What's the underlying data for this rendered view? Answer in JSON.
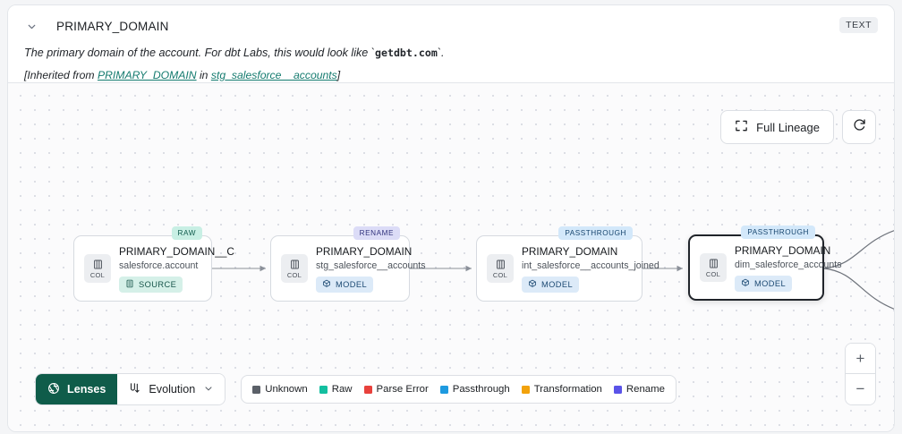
{
  "header": {
    "title": "PRIMARY_DOMAIN",
    "type_chip": "TEXT",
    "description_prefix": "The primary domain of the account. For dbt Labs, this would look like `",
    "description_code": "getdbt.com",
    "description_suffix": "`.",
    "inherited_prefix": "[Inherited from ",
    "inherited_link": "PRIMARY_DOMAIN",
    "inherited_mid": " in ",
    "inherited_source": "stg_salesforce__accounts",
    "inherited_suffix": "]"
  },
  "top_controls": {
    "full_lineage_label": "Full Lineage",
    "expand_icon": "expand-brackets-icon",
    "refresh_icon": "refresh-icon"
  },
  "zoom_controls": {
    "zoom_in": "+",
    "zoom_out": "−"
  },
  "nodes": [
    {
      "tag": "RAW",
      "tag_class": "tag-raw",
      "col_label": "COL",
      "title": "PRIMARY_DOMAIN__C",
      "subtitle": "salesforce.account",
      "kind": "SOURCE",
      "kind_class": "kind-source",
      "selected": false
    },
    {
      "tag": "RENAME",
      "tag_class": "tag-rename",
      "col_label": "COL",
      "title": "PRIMARY_DOMAIN",
      "subtitle": "stg_salesforce__accounts",
      "kind": "MODEL",
      "kind_class": "kind-model",
      "selected": false
    },
    {
      "tag": "PASSTHROUGH",
      "tag_class": "tag-passthrough",
      "col_label": "COL",
      "title": "PRIMARY_DOMAIN",
      "subtitle": "int_salesforce__accounts_joined",
      "kind": "MODEL",
      "kind_class": "kind-model",
      "selected": false
    },
    {
      "tag": "PASSTHROUGH",
      "tag_class": "tag-passthrough",
      "col_label": "COL",
      "title": "PRIMARY_DOMAIN",
      "subtitle": "dim_salesforce_accounts",
      "kind": "MODEL",
      "kind_class": "kind-model",
      "selected": true
    }
  ],
  "bottom_bar": {
    "lenses_label": "Lenses",
    "lenses_icon": "aperture-icon",
    "evolution_label": "Evolution",
    "evolution_icon": "evolution-fork-icon",
    "evolution_chevron": "chevron-down-icon",
    "legend": [
      {
        "label": "Unknown",
        "color": "#5b6068"
      },
      {
        "label": "Raw",
        "color": "#13bfa0"
      },
      {
        "label": "Parse Error",
        "color": "#e8413c"
      },
      {
        "label": "Passthrough",
        "color": "#1e9ae0"
      },
      {
        "label": "Transformation",
        "color": "#f2a20c"
      },
      {
        "label": "Rename",
        "color": "#5a53e8"
      }
    ]
  }
}
